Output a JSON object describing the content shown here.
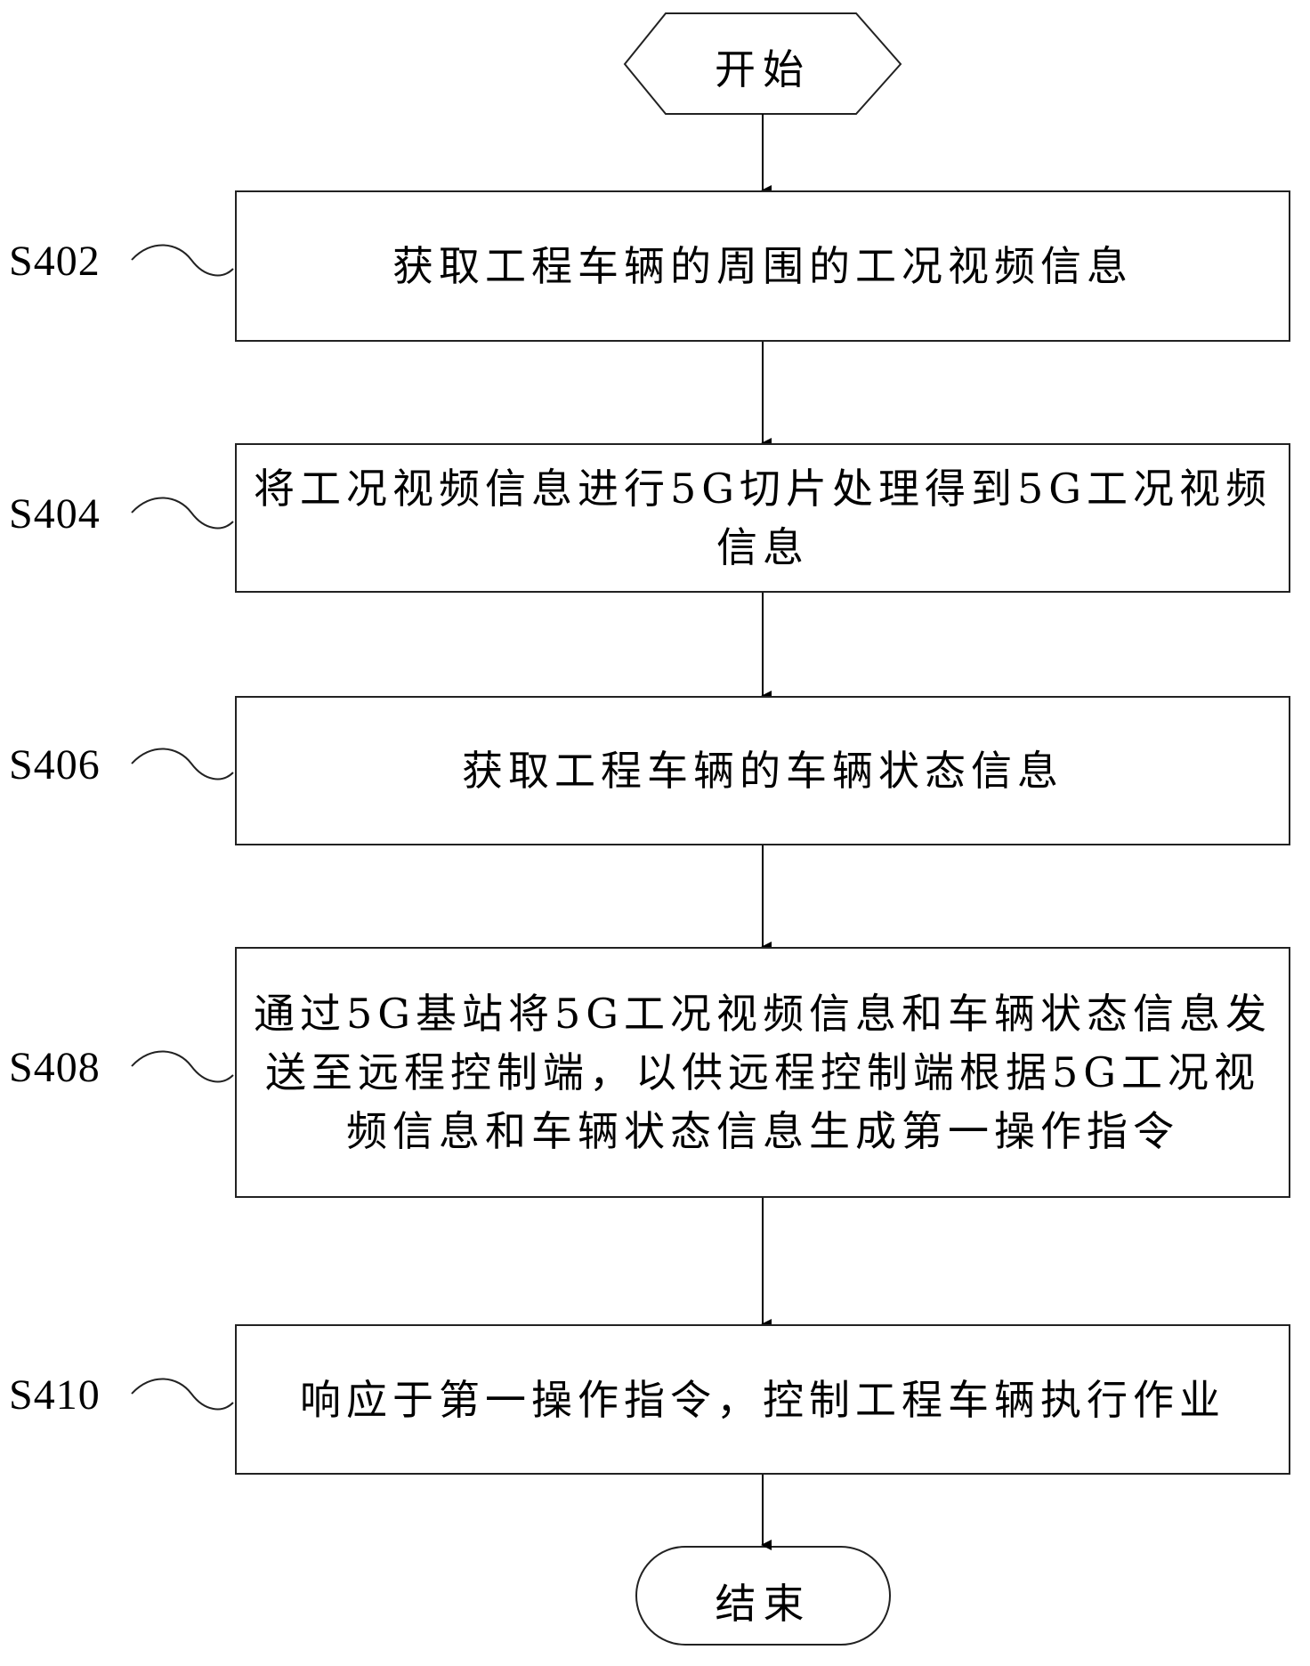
{
  "start": {
    "label": "开始"
  },
  "end": {
    "label": "结束"
  },
  "steps": [
    {
      "id": "S402",
      "text": "获取工程车辆的周围的工况视频信息"
    },
    {
      "id": "S404",
      "text": "将工况视频信息进行5G切片处理得到5G工况视频信息"
    },
    {
      "id": "S406",
      "text": "获取工程车辆的车辆状态信息"
    },
    {
      "id": "S408",
      "text": "通过5G基站将5G工况视频信息和车辆状态信息发送至远程控制端，以供远程控制端根据5G工况视频信息和车辆状态信息生成第一操作指令"
    },
    {
      "id": "S410",
      "text": "响应于第一操作指令，控制工程车辆执行作业"
    }
  ]
}
